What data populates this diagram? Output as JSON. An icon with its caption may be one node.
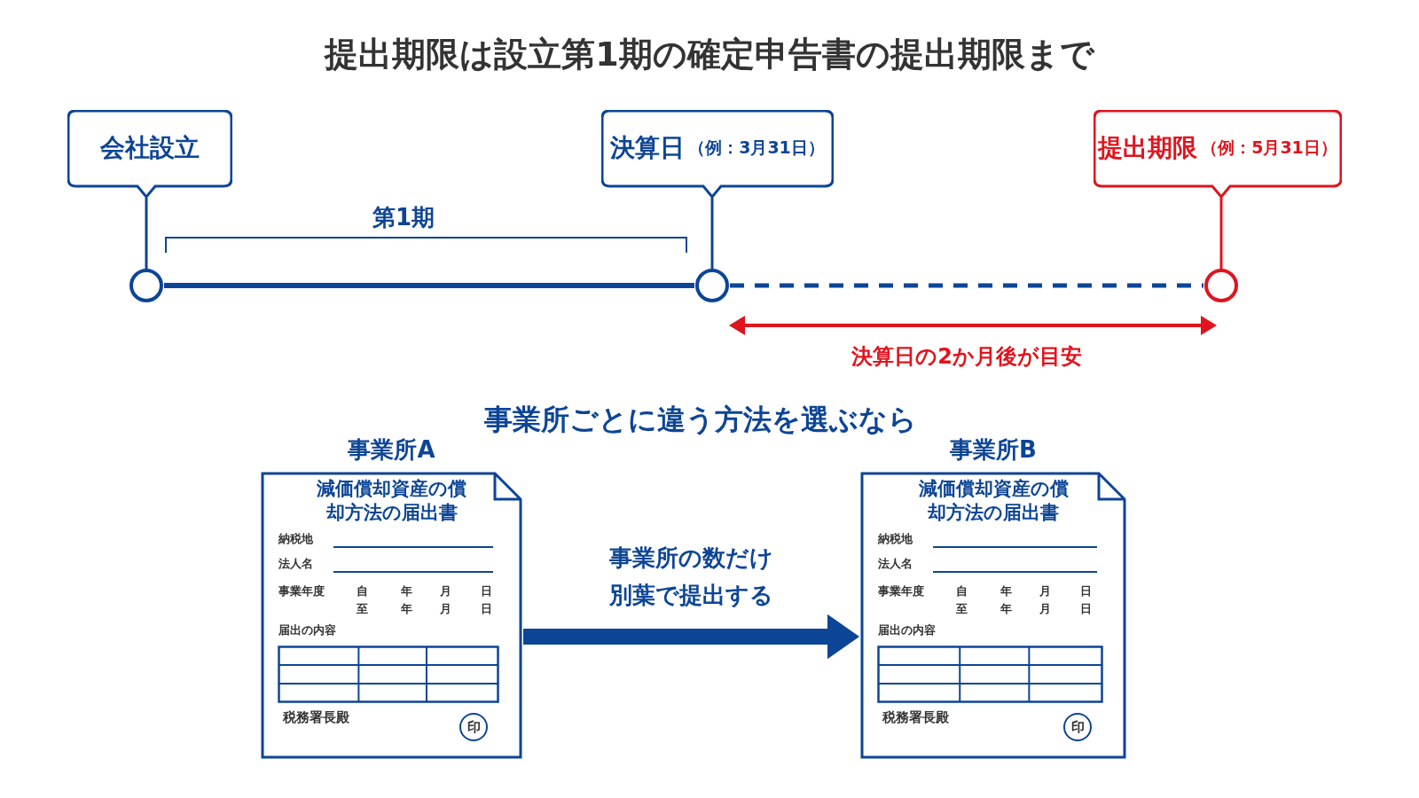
{
  "diagram": {
    "title": "提出期限は設立第1期の確定申告書の提出期限まで",
    "nodes": [
      {
        "text": [
          "会社設立"
        ]
      },
      {
        "text": [
          "決算日",
          "（例：3月31日）"
        ]
      },
      {
        "text": [
          "提出期限",
          "（例：5月31日）"
        ]
      },
      {
        "text": [],
        "shape": "circle"
      },
      {
        "text": [],
        "shape": "circle"
      },
      {
        "text": [],
        "shape": "circle"
      },
      {
        "text": [
          "事業所A",
          "減価償却資産の償却方法の届出書",
          "納税地",
          "法人名",
          "事業年度",
          "自",
          "年",
          "月",
          "日",
          "至",
          "年",
          "月",
          "日",
          "届出の内容",
          "税務署長殿"
        ]
      },
      {
        "text": [
          "印"
        ],
        "in": 6
      },
      {
        "text": [
          "事業所B",
          "減価償却資産の償却方法の届出書",
          "納税地",
          "法人名",
          "事業年度",
          "自",
          "年",
          "月",
          "日",
          "至",
          "年",
          "月",
          "日",
          "届出の内容",
          "税務署長殿"
        ]
      },
      {
        "text": [
          "印"
        ],
        "in": 8
      }
    ],
    "edges": [
      {
        "from": 0,
        "to": 3,
        "arrow": "none"
      },
      {
        "from": 1,
        "to": 4,
        "arrow": "none"
      },
      {
        "from": 2,
        "to": 5,
        "arrow": "none",
        "color": "#e0141e"
      },
      {
        "from": 3,
        "to": 4,
        "arrow": "none",
        "style": "thick"
      },
      {
        "from": 4,
        "to": 5,
        "arrow": "none",
        "style": "dashed"
      },
      {
        "from": 6,
        "to": 8,
        "arrow": "to",
        "style": "thick",
        "label": "事業所の数だけ別葉で提出する"
      }
    ],
    "labels": [
      "第1期",
      "決算日の2か月後が目安",
      "事業所ごとに違う方法を選ぶなら"
    ]
  }
}
